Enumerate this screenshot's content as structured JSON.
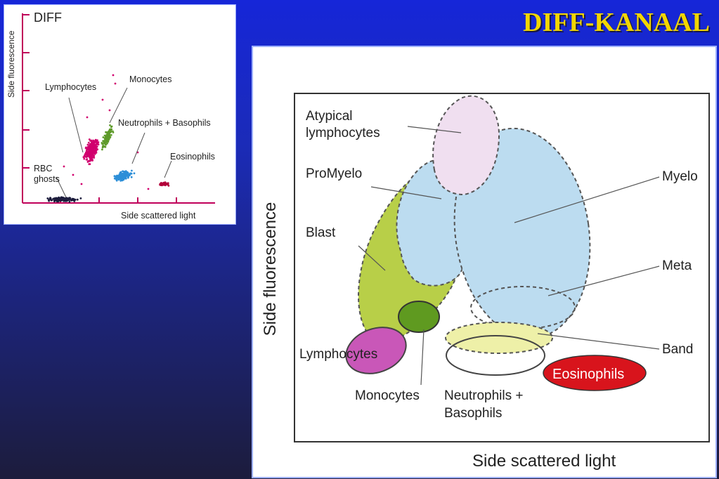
{
  "slide": {
    "title": "DIFF-KANAAL"
  },
  "small_plot": {
    "label": "DIFF",
    "ylabel": "Side fluorescence",
    "xlabel": "Side scattered light",
    "clusters": [
      "Lymphocytes",
      "Monocytes",
      "Neutrophils + Basophils",
      "Eosinophils",
      "RBC",
      "ghosts"
    ],
    "colors": {
      "lymphocytes": "#d1006e",
      "monocytes": "#5e9a2a",
      "neutrophils": "#2d8fd8",
      "eosinophils": "#b3003a",
      "rbc": "#1c1c3c",
      "axis": "#c0005a"
    }
  },
  "big_diagram": {
    "ylabel": "Side fluorescence",
    "xlabel": "Side scattered light",
    "labels": {
      "atypical_1": "Atypical",
      "atypical_2": "lymphocytes",
      "promyelo": "ProMyelo",
      "blast": "Blast",
      "lymphocytes": "Lymphocytes",
      "monocytes": "Monocytes",
      "neutrophils_1": "Neutrophils +",
      "neutrophils_2": "Basophils",
      "myelo": "Myelo",
      "meta": "Meta",
      "band": "Band",
      "eosinophils": "Eosinophils"
    },
    "colors": {
      "blast": "#b8cf48",
      "myelo": "#bcdcf0",
      "atypical": "#f0dff0",
      "lymph": "#c957b8",
      "mono": "#5f9a20",
      "eos": "#d8141c",
      "band": "#eef0a8"
    }
  }
}
